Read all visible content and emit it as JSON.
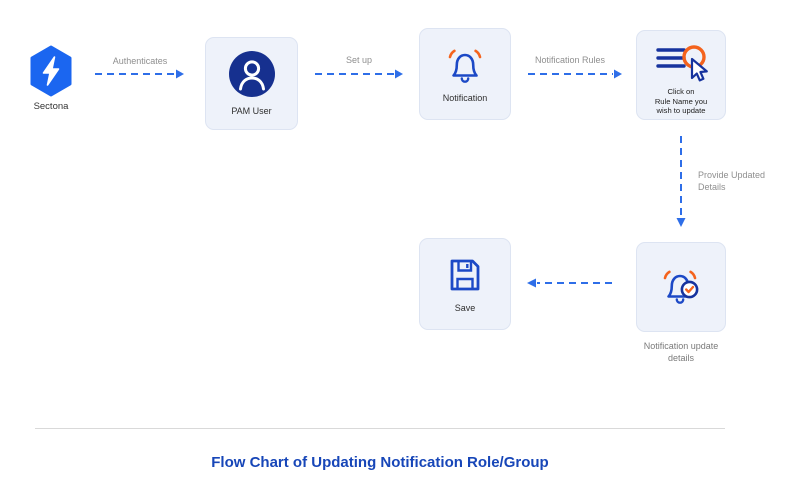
{
  "title": "Flow Chart of Updating Notification Role/Group",
  "nodes": {
    "sectona": {
      "label": "Sectona"
    },
    "pam_user": {
      "label": "PAM User"
    },
    "notification": {
      "label": "Notification"
    },
    "click_rule": {
      "line1": "Click on",
      "line2": "Rule Name you",
      "line3": "wish to update"
    },
    "save": {
      "label": "Save"
    },
    "notification_update": {
      "line1": "Notification update",
      "line2": "details"
    }
  },
  "edges": {
    "authenticates": {
      "label": "Authenticates"
    },
    "setup": {
      "label": "Set up"
    },
    "notification_rules": {
      "label": "Notification Rules"
    },
    "provide_updated": {
      "line1": "Provide Updated",
      "line2": "Details"
    }
  },
  "colors": {
    "arrow_blue": "#2E6EE8",
    "brand_blue": "#1B66F0",
    "icon_navy": "#16339E",
    "icon_blue": "#1C49C6",
    "accent_orange": "#F4631D",
    "box_bg": "#EEF2FA",
    "box_border": "#DDE4F2",
    "title_blue": "#1746B8",
    "label_gray": "#8F8F8F",
    "divider_gray": "#D9D9D9"
  }
}
